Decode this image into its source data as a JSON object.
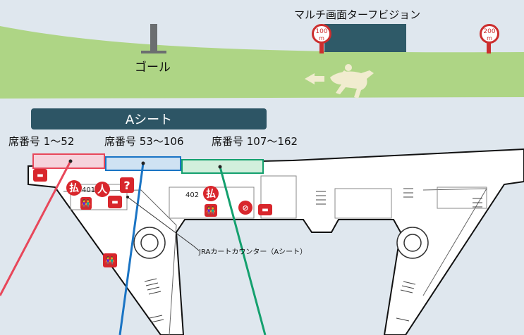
{
  "track": {
    "vision_label": "マルチ画面ターフビジョン",
    "goal_label": "ゴール",
    "marker_100": {
      "num": "100",
      "unit": "m"
    },
    "marker_200": {
      "num": "200",
      "unit": "m"
    }
  },
  "section": {
    "banner": "Aシート",
    "seat_groups": [
      {
        "label": "席番号 1〜52",
        "color": "#e8475a",
        "fill": "#f6d3dc"
      },
      {
        "label": "席番号 53〜106",
        "color": "#1a74c4",
        "fill": "#cfe2f3"
      },
      {
        "label": "席番号 107〜162",
        "color": "#14a06e",
        "fill": "#d2efdc"
      }
    ]
  },
  "rooms": {
    "r401": "401",
    "r402": "402"
  },
  "icons": {
    "pay": "払",
    "staff": "人",
    "info": "?"
  },
  "callout": "JRAカートカウンター（Aシート）",
  "colors": {
    "track_green": "#aed585",
    "banner": "#2d5565",
    "vision_screen": "#2f5a68",
    "icon_red": "#d8262c"
  }
}
